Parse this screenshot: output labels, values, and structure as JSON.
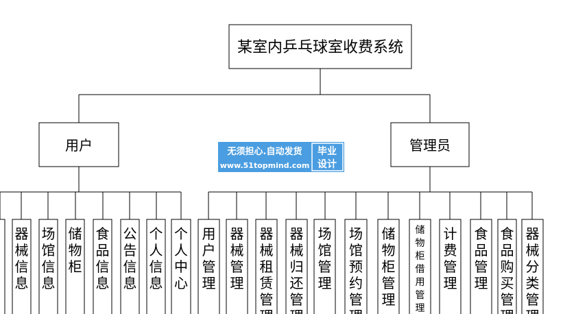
{
  "root": {
    "label": "某室内乒乓球室收费系统"
  },
  "branches": [
    {
      "label": "用户",
      "children": [
        "",
        "器械信息",
        "场馆信息",
        "储物柜",
        "食品信息",
        "公告信息",
        "个人信息",
        "个人中心"
      ]
    },
    {
      "label": "管理员",
      "children": [
        "用户管理",
        "器械管理",
        "器械租赁管理",
        "器械归还管理",
        "场馆管理",
        "场馆预约管理",
        "储物柜管理",
        "储物柜借用管理",
        "计费管理",
        "食品管理",
        "食品购买管理",
        "器械分类管理"
      ]
    }
  ],
  "watermark": {
    "line1": "无须担心.自动发货",
    "line2": "www.51topmind.com",
    "badge_top": "毕业",
    "badge_bottom": "设计",
    "color": "#4a9de0"
  }
}
